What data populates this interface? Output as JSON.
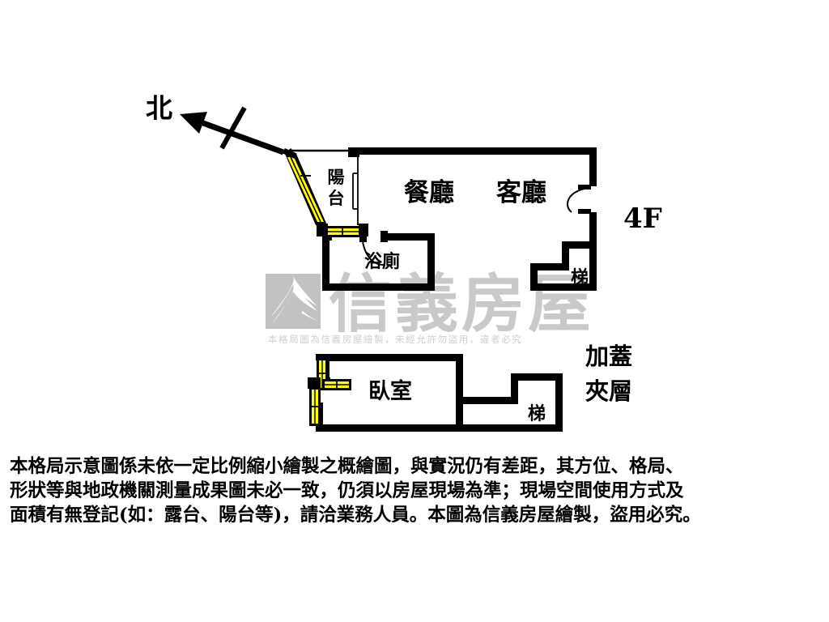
{
  "document": {
    "type": "floor-plan",
    "title": "格局示意圖",
    "background_color": "#ffffff",
    "wall_color": "#000000",
    "window_glass_color": "#FFFF00",
    "watermark_color": "#c9c9c9"
  },
  "compass": {
    "label": "北",
    "direction": "up-left",
    "description": "north-arrow"
  },
  "floor_badge": {
    "label": "4F"
  },
  "annotations": {
    "mezzanine": {
      "line1": "加蓋",
      "line2": "夾層"
    }
  },
  "rooms": [
    {
      "id": "balcony",
      "label": "陽台",
      "label_line1": "陽",
      "label_line2": "台"
    },
    {
      "id": "dining",
      "label": "餐廳"
    },
    {
      "id": "living",
      "label": "客廳"
    },
    {
      "id": "bathroom",
      "label": "浴廁"
    },
    {
      "id": "stair-upper",
      "label": "梯"
    },
    {
      "id": "bedroom",
      "label": "臥室"
    },
    {
      "id": "stair-lower",
      "label": "梯"
    }
  ],
  "watermark": {
    "brand": "信義房屋",
    "logo_name": "sinyi-realty-logo",
    "notice": "本格局圖為信義房屋繪製，未經允許勿盜用，違者必究"
  },
  "disclaimer": {
    "line1": "本格局示意圖係未依一定比例縮小繪製之概繪圖，與實況仍有差距，其方位、格局、",
    "line2": "形狀等與地政機關測量成果圖未必一致，仍須以房屋現場為準；現場空間使用方式及",
    "line3": "面積有無登記(如：露台、陽台等)，請洽業務人員。本圖為信義房屋繪製，盜用必究。"
  }
}
